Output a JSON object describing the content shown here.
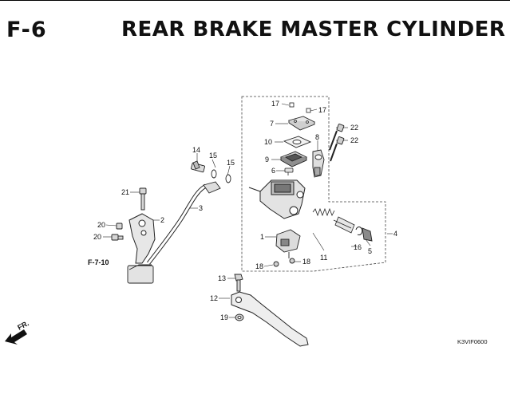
{
  "header": {
    "section_code": "F-6",
    "title": "REAR BRAKE MASTER CYLINDER"
  },
  "callouts": {
    "c17a": "17",
    "c17b": "17",
    "c7": "7",
    "c22a": "22",
    "c22b": "22",
    "c10": "10",
    "c8": "8",
    "c9": "9",
    "c6": "6",
    "c14": "14",
    "c15a": "15",
    "c15b": "15",
    "c21": "21",
    "c2": "2",
    "c3": "3",
    "c20a": "20",
    "c20b": "20",
    "c4": "4",
    "c1": "1",
    "c16": "16",
    "c5": "5",
    "c11": "11",
    "c18a": "18",
    "c18b": "18",
    "c13": "13",
    "c12": "12",
    "c19": "19"
  },
  "reference": "F-7-10",
  "direction_label": "FR.",
  "diagram_code": "K3VIF0600"
}
